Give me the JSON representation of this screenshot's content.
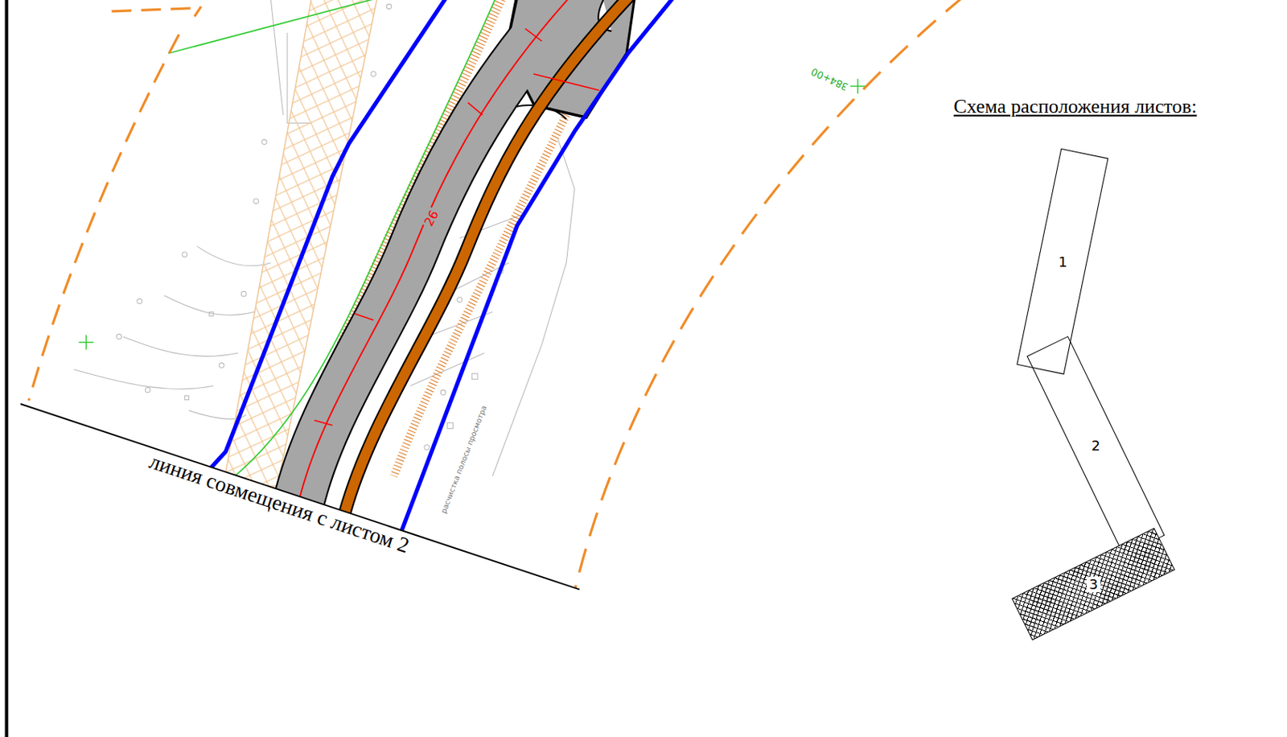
{
  "diagram": {
    "nodes": [
      {
        "text": [
          "1"
        ]
      },
      {
        "text": [
          "2"
        ]
      },
      {
        "text": [
          "3"
        ]
      }
    ],
    "labels": [
      "Схема расположения листов:",
      "линия совмещения с листом 2",
      "26",
      "384+00",
      "расчистка полосы просмотра"
    ]
  }
}
